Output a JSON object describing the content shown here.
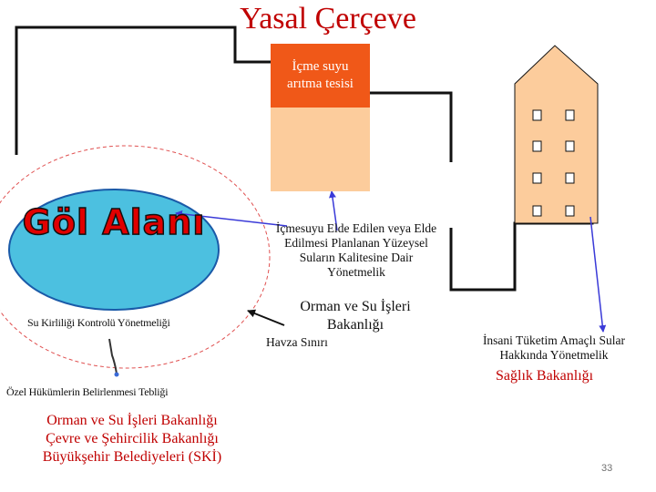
{
  "title": "Yasal Çerçeve",
  "treatment_plant": {
    "label": "İçme suyu arıtma tesisi"
  },
  "lake": {
    "label": "Göl Alanı"
  },
  "labels": {
    "drinking_water_regulation": "İçmesuyu Elde Edilen veya Elde Edilmesi Planlanan Yüzeysel Suların Kalitesine Dair Yönetmelik",
    "ministry_forestry_water": "Orman ve Su İşleri Bakanlığı",
    "basin_boundary": "Havza Sınırı",
    "water_pollution_regulation": "Su Kirliliği Kontrolü Yönetmeliği",
    "special_provisions_notice": "Özel Hükümlerin Belirlenmesi Tebliği",
    "human_consumption_regulation": "İnsani Tüketim Amaçlı Sular Hakkında Yönetmelik",
    "ministry_health": "Sağlık Bakanlığı",
    "authorities": [
      "Orman ve Su İşleri Bakanlığı",
      "Çevre ve Şehircilik Bakanlığı",
      "Büyükşehir Belediyeleri (SKİ)"
    ]
  },
  "page_number": "33",
  "colors": {
    "title": "#c00000",
    "plant_header": "#f05818",
    "plant_body": "#fccc9c",
    "lake_fill": "#4cc0e0",
    "arrow": "#3a3ad8",
    "basin_boundary": "#e05050"
  }
}
